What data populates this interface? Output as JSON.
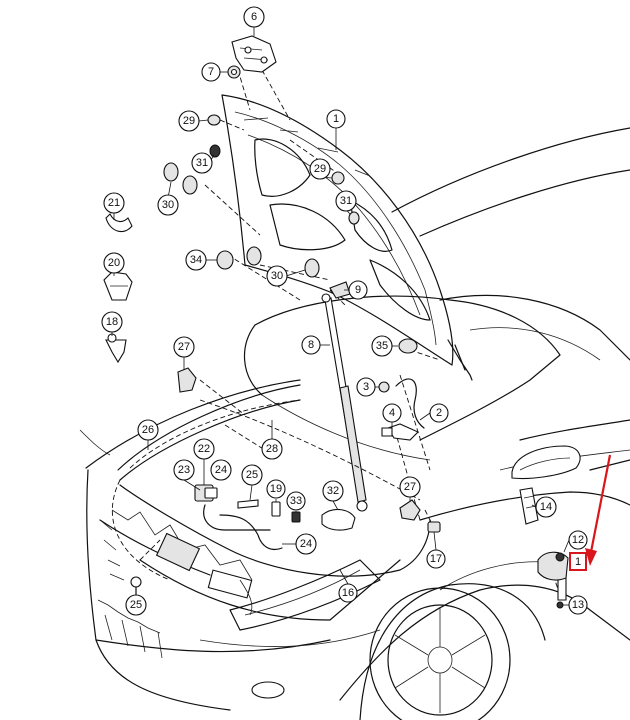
{
  "callouts": [
    {
      "id": "6",
      "label": "6"
    },
    {
      "id": "7",
      "label": "7"
    },
    {
      "id": "29a",
      "label": "29"
    },
    {
      "id": "1a",
      "label": "1"
    },
    {
      "id": "31a",
      "label": "31"
    },
    {
      "id": "30a",
      "label": "30"
    },
    {
      "id": "29b",
      "label": "29"
    },
    {
      "id": "31b",
      "label": "31"
    },
    {
      "id": "34",
      "label": "34"
    },
    {
      "id": "30b",
      "label": "30"
    },
    {
      "id": "9",
      "label": "9"
    },
    {
      "id": "21",
      "label": "21"
    },
    {
      "id": "20",
      "label": "20"
    },
    {
      "id": "18",
      "label": "18"
    },
    {
      "id": "8",
      "label": "8"
    },
    {
      "id": "35",
      "label": "35"
    },
    {
      "id": "27a",
      "label": "27"
    },
    {
      "id": "3",
      "label": "3"
    },
    {
      "id": "4",
      "label": "4"
    },
    {
      "id": "2",
      "label": "2"
    },
    {
      "id": "26",
      "label": "26"
    },
    {
      "id": "28",
      "label": "28"
    },
    {
      "id": "22",
      "label": "22"
    },
    {
      "id": "23",
      "label": "23"
    },
    {
      "id": "24a",
      "label": "24"
    },
    {
      "id": "25a",
      "label": "25"
    },
    {
      "id": "19",
      "label": "19"
    },
    {
      "id": "33",
      "label": "33"
    },
    {
      "id": "32",
      "label": "32"
    },
    {
      "id": "27b",
      "label": "27"
    },
    {
      "id": "24b",
      "label": "24"
    },
    {
      "id": "14",
      "label": "14"
    },
    {
      "id": "17",
      "label": "17"
    },
    {
      "id": "12",
      "label": "12"
    },
    {
      "id": "16",
      "label": "16"
    },
    {
      "id": "25b",
      "label": "25"
    },
    {
      "id": "13",
      "label": "13"
    }
  ],
  "highlight": {
    "label": "1",
    "border_color": "#d9161c",
    "arrow_color": "#d9161c"
  }
}
